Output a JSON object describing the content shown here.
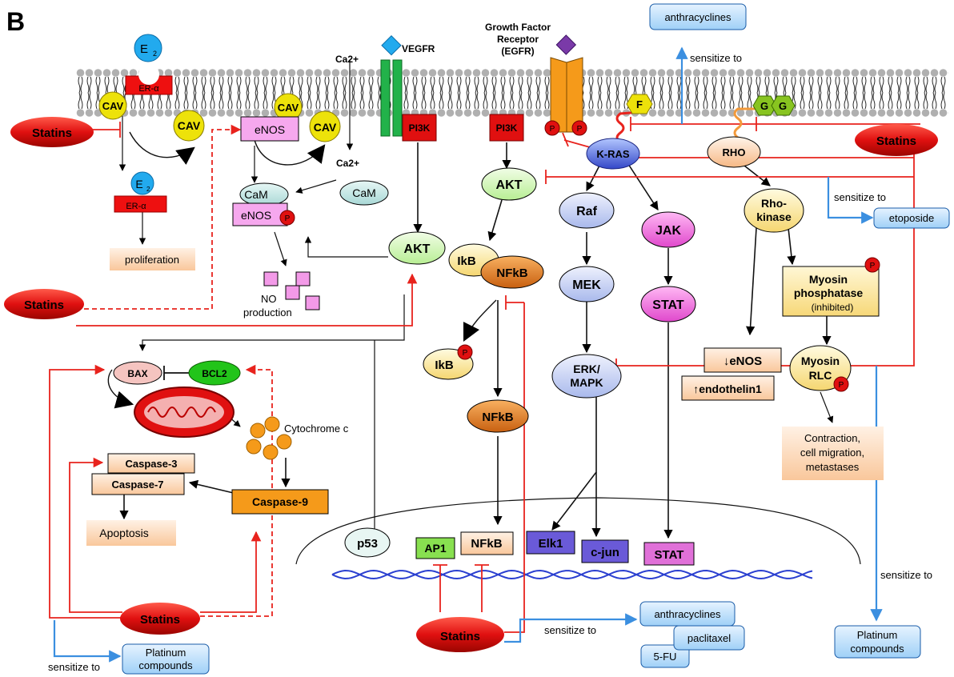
{
  "panel_label": "B",
  "membrane": {
    "e2": "E",
    "e2_sub": "2",
    "er_alpha": "ER-α",
    "cav": "CAV",
    "ca2": "Ca2+",
    "vegfr": "VEGFR",
    "gfr_title_1": "Growth Factor",
    "gfr_title_2": "Receptor",
    "gfr_title_3": "(EGFR)",
    "pi3k": "PI3K",
    "p": "P",
    "f": "F",
    "g": "G"
  },
  "nodes": {
    "statins": "Statins",
    "enos": "eNOS",
    "cam": "CaM",
    "proliferation": "proliferation",
    "no_production_1": "NO",
    "no_production_2": "production",
    "akt": "AKT",
    "kras": "K-RAS",
    "rho": "RHO",
    "raf": "Raf",
    "mek": "MEK",
    "erk_1": "ERK/",
    "erk_2": "MAPK",
    "jak": "JAK",
    "stat": "STAT",
    "ikb": "IkB",
    "nfkb": "NFkB",
    "rho_kinase_1": "Rho-",
    "rho_kinase_2": "kinase",
    "myosin_phosphatase_1": "Myosin",
    "myosin_phosphatase_2": "phosphatase",
    "myosin_phosphatase_3": "(inhibited)",
    "down_enos": "↓eNOS",
    "up_endothelin": "↑endothelin1",
    "myosin_rlc_1": "Myosin",
    "myosin_rlc_2": "RLC",
    "contraction_1": "Contraction,",
    "contraction_2": "cell migration,",
    "contraction_3": "metastases",
    "bax": "BAX",
    "bcl2": "BCL2",
    "cytochrome_c": "Cytochrome c",
    "caspase3": "Caspase-3",
    "caspase7": "Caspase-7",
    "caspase9": "Caspase-9",
    "apoptosis": "Apoptosis",
    "p53": "p53",
    "ap1": "AP1",
    "elk1": "Elk1",
    "cjun": "c-jun"
  },
  "drugs": {
    "sensitize_to": "sensitize to",
    "anthracyclines": "anthracyclines",
    "etoposide": "etoposide",
    "platinum_1": "Platinum",
    "platinum_2": "compounds",
    "paclitaxel": "paclitaxel",
    "fu5": "5-FU"
  },
  "colors": {
    "inhibit": "#e8231d",
    "sensitize": "#3b8fe0",
    "statins": "#d21a12",
    "dna": "#2a3fd0"
  }
}
